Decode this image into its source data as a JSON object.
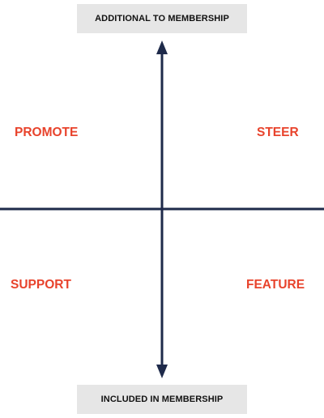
{
  "axis_labels": {
    "top": "ADDITIONAL TO MEMBERSHIP",
    "bottom": "INCLUDED IN MEMBERSHIP"
  },
  "quadrants": {
    "top_left": "PROMOTE",
    "top_right": "STEER",
    "bottom_left": "SUPPORT",
    "bottom_right": "FEATURE"
  },
  "colors": {
    "axis": "#1e2a4a",
    "quadrant_text": "#e8432c",
    "label_box": "#e6e6e6"
  }
}
